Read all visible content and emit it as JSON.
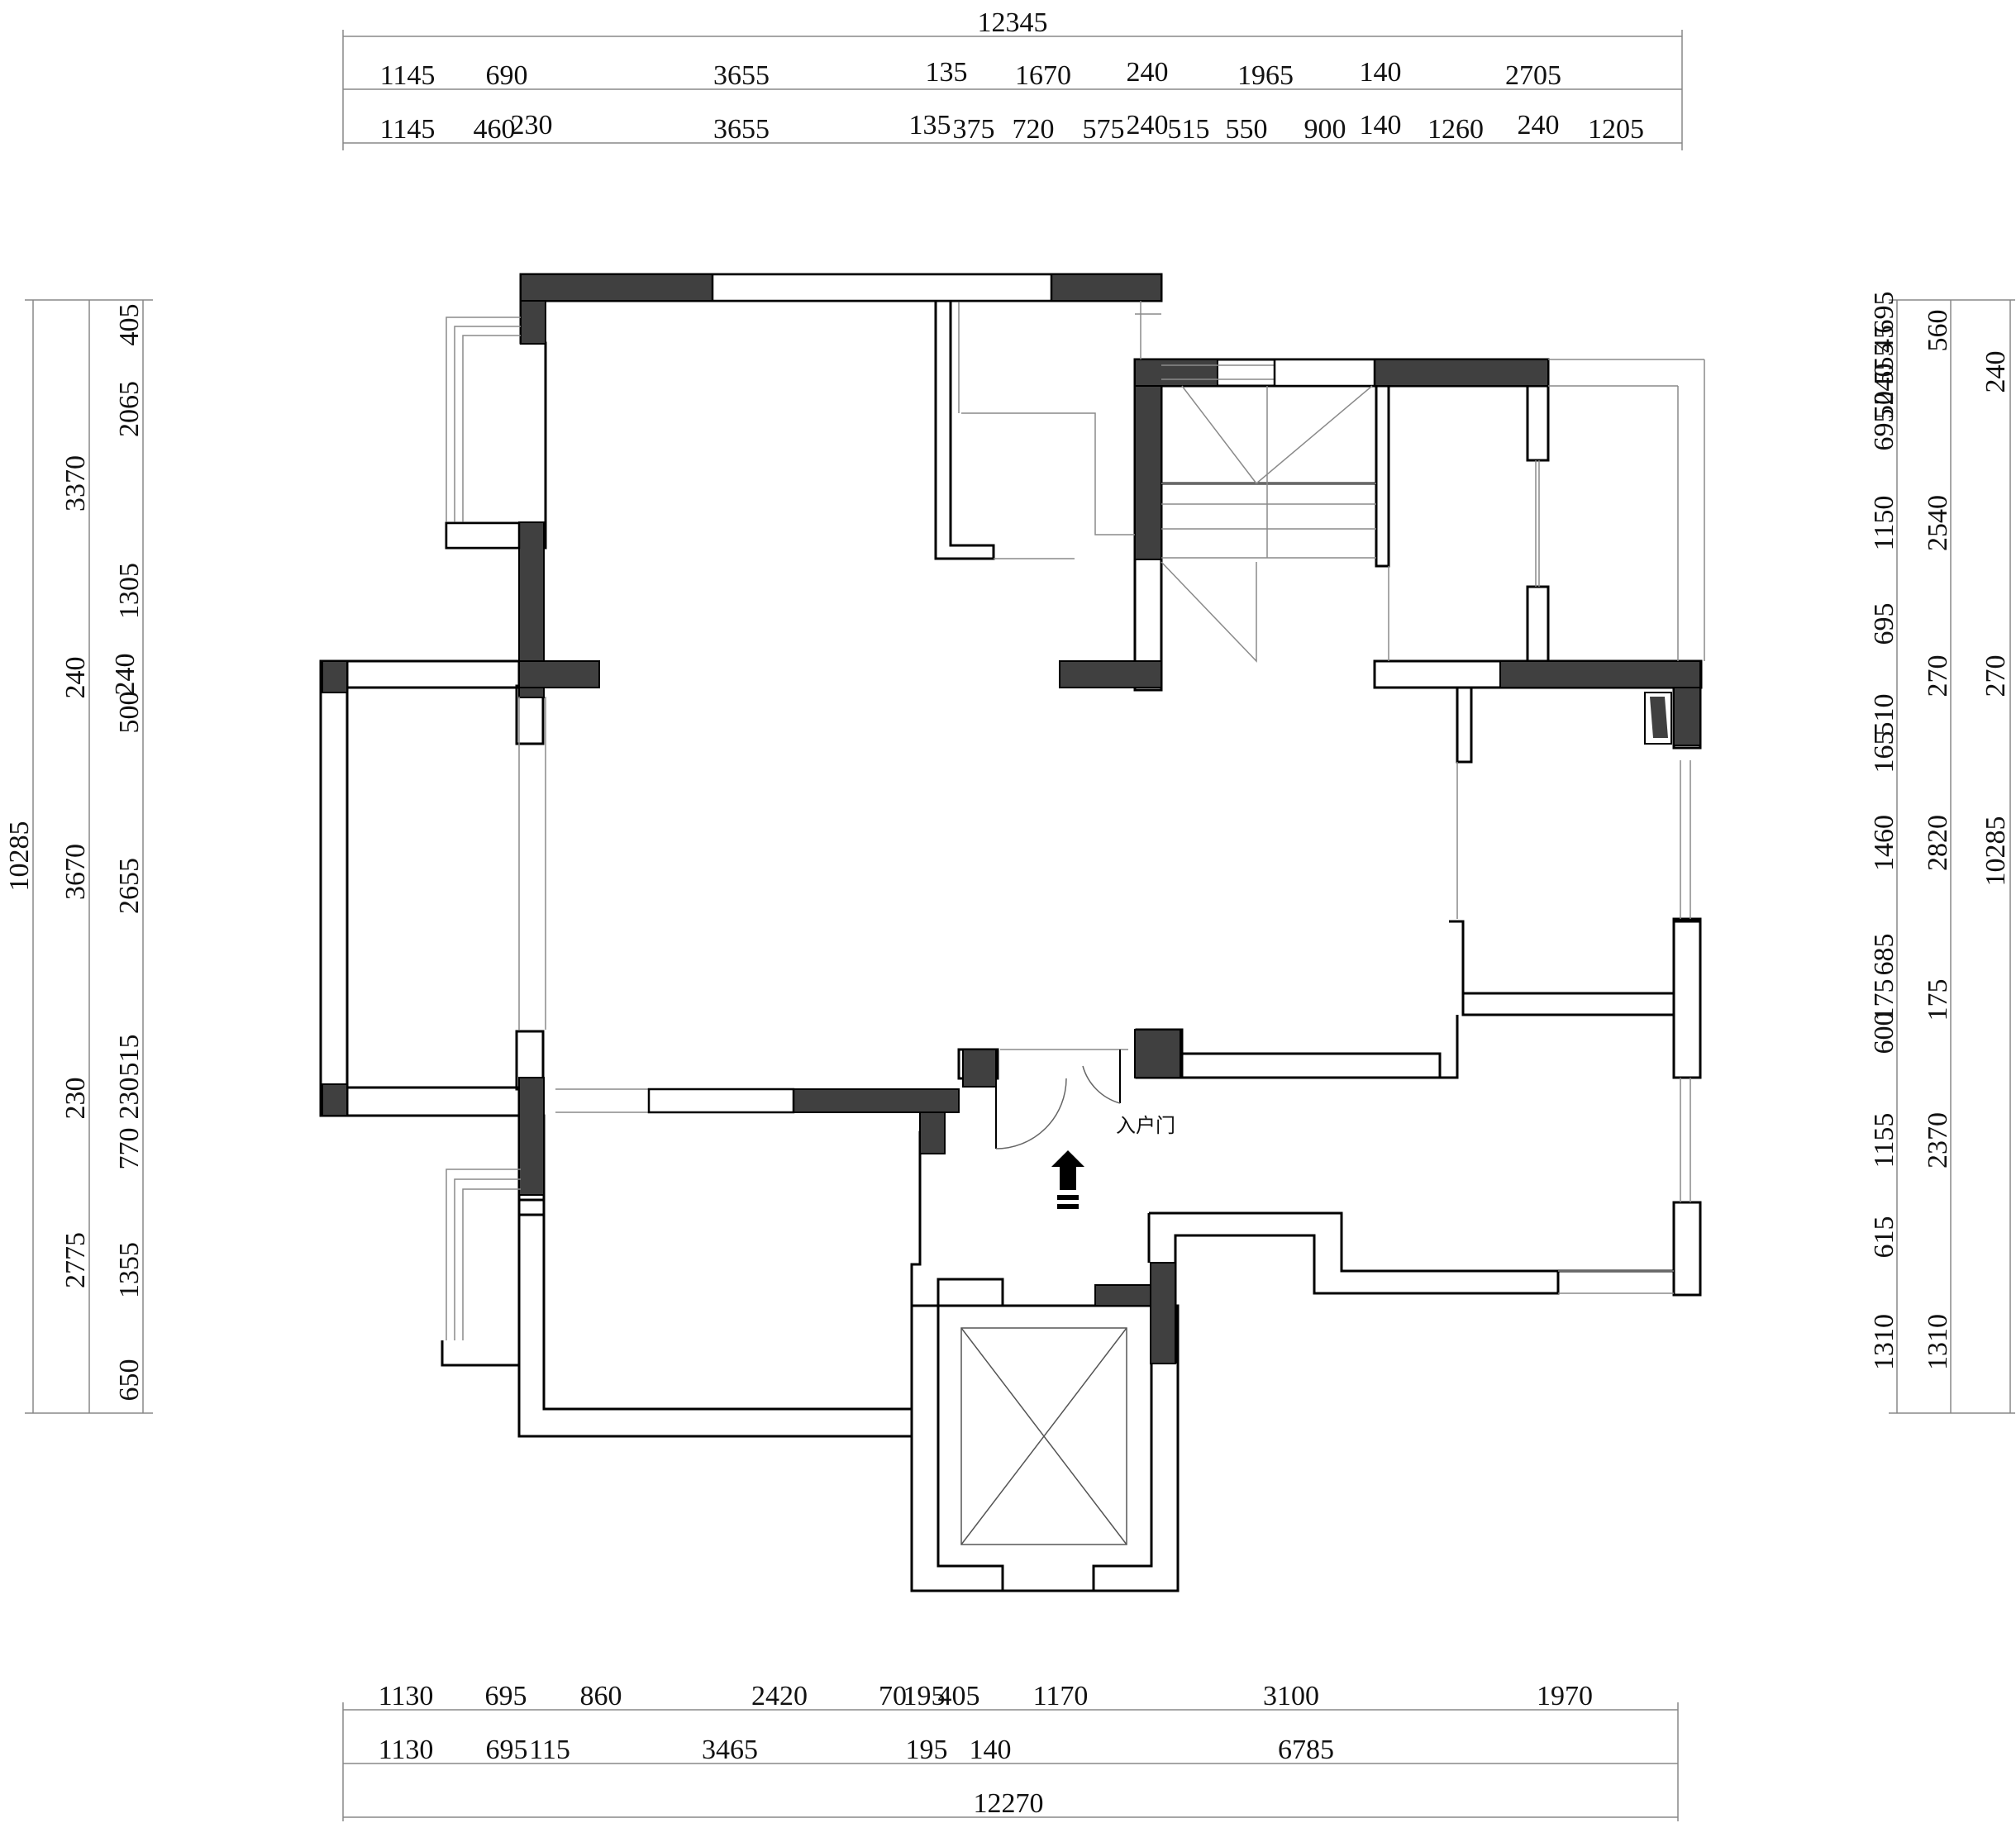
{
  "colors": {
    "wall_fill": "#404040",
    "line": "#000000",
    "thin_line": "#8a8a8a",
    "background": "#ffffff"
  },
  "labels": {
    "entrance": "入户门"
  },
  "icons": {
    "entry_arrow": "entry-arrow-icon",
    "elevator": "elevator-shaft-icon"
  },
  "dimensions": {
    "top_overall": "12345",
    "top_row1": [
      "1145",
      "690",
      "3655",
      "135",
      "1670",
      "240",
      "1965",
      "140",
      "2705"
    ],
    "top_row2": [
      "1145",
      "460",
      "230",
      "3655",
      "135",
      "375",
      "720",
      "575",
      "240",
      "515",
      "550",
      "900",
      "140",
      "1260",
      "240",
      "1205"
    ],
    "bottom_row1": [
      "1130",
      "695",
      "860",
      "2420",
      "70",
      "195",
      "405",
      "1170",
      "3100",
      "1970"
    ],
    "bottom_row2": [
      "1130",
      "695",
      "115",
      "3465",
      "195",
      "140",
      "6785"
    ],
    "bottom_overall": "12270",
    "left_overall": "10285",
    "left_row1": [
      "3370",
      "240",
      "3670",
      "230",
      "2775"
    ],
    "left_row2": [
      "405",
      "2065",
      "1305",
      "500",
      "240",
      "2655",
      "515",
      "230",
      "770",
      "1355",
      "650"
    ],
    "right_row1": [
      "695",
      "45",
      "555",
      "240",
      "50",
      "695",
      "1150",
      "695",
      "510",
      "165",
      "1460",
      "685",
      "175",
      "600",
      "1155",
      "615",
      "1310"
    ],
    "right_row2": [
      "560",
      "2540",
      "270",
      "2820",
      "175",
      "2370",
      "1310"
    ],
    "right_overall": [
      "240",
      "270",
      "10285"
    ]
  }
}
